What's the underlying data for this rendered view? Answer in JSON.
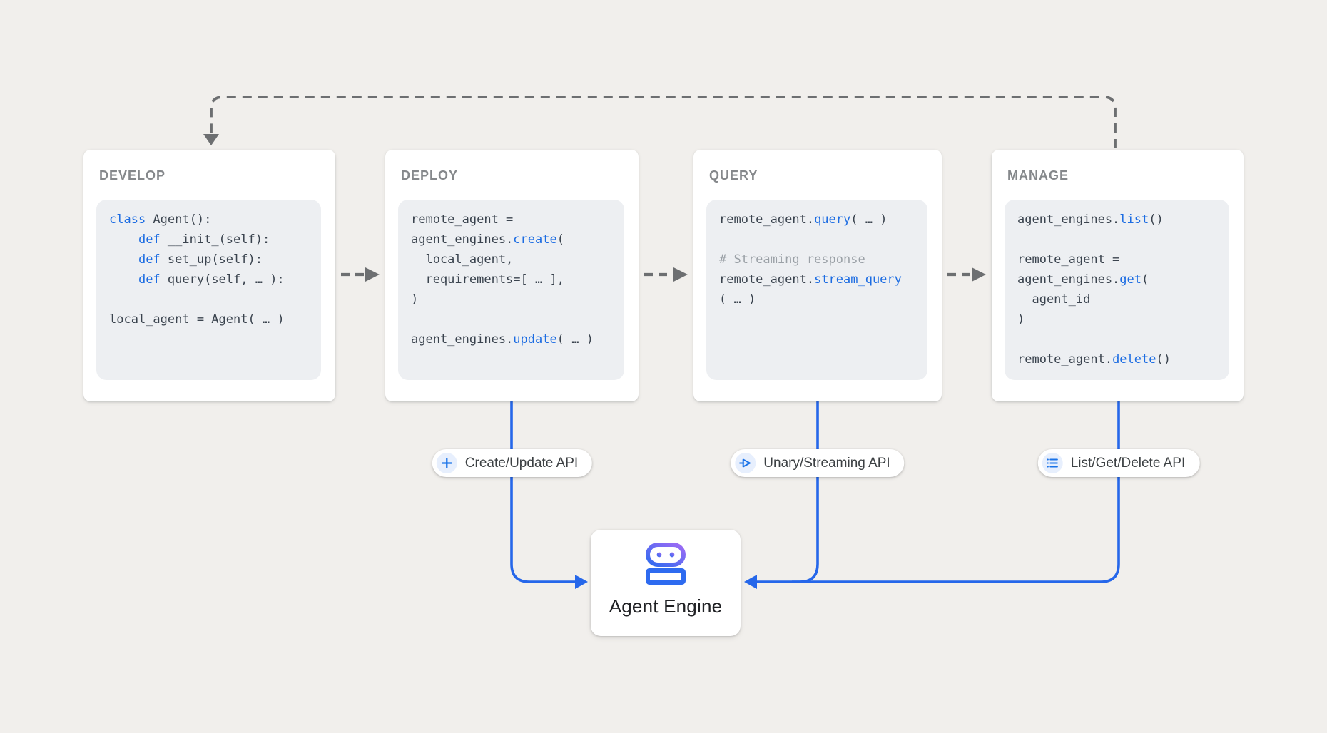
{
  "colors": {
    "page-bg": "#f1efec",
    "card-bg": "#ffffff",
    "code-bg": "#edeff2",
    "card-title": "#85888b",
    "code-text": "#3a434e",
    "keyword": "#1c6ce2",
    "comment": "#9aa0a6",
    "connector-gray": "#6d6f71",
    "connector-blue": "#2667ea",
    "badge-icon-blue": "#1a73e8",
    "badge-icon-bg": "#e7effd",
    "badge-text": "#3c4043",
    "engine-text": "#202124",
    "robot-blue": "#2e6bf0",
    "robot-purple": "#a06bf5"
  },
  "cards": [
    {
      "id": "develop",
      "title": "DEVELOP",
      "code": [
        [
          {
            "t": "class",
            "s": "kw"
          },
          {
            "t": " Agent():",
            "s": "d"
          }
        ],
        [
          {
            "t": "    ",
            "s": "d"
          },
          {
            "t": "def",
            "s": "kw"
          },
          {
            "t": " __init_(self):",
            "s": "d"
          }
        ],
        [
          {
            "t": "    ",
            "s": "d"
          },
          {
            "t": "def",
            "s": "kw"
          },
          {
            "t": " set_up(self):",
            "s": "d"
          }
        ],
        [
          {
            "t": "    ",
            "s": "d"
          },
          {
            "t": "def",
            "s": "kw"
          },
          {
            "t": " query(self, … ):",
            "s": "d"
          }
        ],
        [],
        [
          {
            "t": "local_agent = Agent( … )",
            "s": "d"
          }
        ]
      ]
    },
    {
      "id": "deploy",
      "title": "DEPLOY",
      "code": [
        [
          {
            "t": "remote_agent =",
            "s": "d"
          }
        ],
        [
          {
            "t": "agent_engines.",
            "s": "d"
          },
          {
            "t": "create",
            "s": "kw"
          },
          {
            "t": "(",
            "s": "d"
          }
        ],
        [
          {
            "t": "  local_agent,",
            "s": "d"
          }
        ],
        [
          {
            "t": "  requirements=[ … ],",
            "s": "d"
          }
        ],
        [
          {
            "t": ")",
            "s": "d"
          }
        ],
        [],
        [
          {
            "t": "agent_engines.",
            "s": "d"
          },
          {
            "t": "update",
            "s": "kw"
          },
          {
            "t": "( … )",
            "s": "d"
          }
        ]
      ]
    },
    {
      "id": "query",
      "title": "QUERY",
      "code": [
        [
          {
            "t": "remote_agent.",
            "s": "d"
          },
          {
            "t": "query",
            "s": "kw"
          },
          {
            "t": "( … )",
            "s": "d"
          }
        ],
        [],
        [
          {
            "t": "# Streaming response",
            "s": "c"
          }
        ],
        [
          {
            "t": "remote_agent.",
            "s": "d"
          },
          {
            "t": "stream_query",
            "s": "kw"
          }
        ],
        [
          {
            "t": "( … )",
            "s": "d"
          }
        ]
      ]
    },
    {
      "id": "manage",
      "title": "MANAGE",
      "code": [
        [
          {
            "t": "agent_engines.",
            "s": "d"
          },
          {
            "t": "list",
            "s": "kw"
          },
          {
            "t": "()",
            "s": "d"
          }
        ],
        [],
        [
          {
            "t": "remote_agent =",
            "s": "d"
          }
        ],
        [
          {
            "t": "agent_engines.",
            "s": "d"
          },
          {
            "t": "get",
            "s": "kw"
          },
          {
            "t": "(",
            "s": "d"
          }
        ],
        [
          {
            "t": "  agent_id",
            "s": "d"
          }
        ],
        [
          {
            "t": ")",
            "s": "d"
          }
        ],
        [],
        [
          {
            "t": "remote_agent.",
            "s": "d"
          },
          {
            "t": "delete",
            "s": "kw"
          },
          {
            "t": "()",
            "s": "d"
          }
        ]
      ]
    }
  ],
  "badges": [
    {
      "id": "create-update",
      "icon": "plus-icon",
      "label": "Create/Update API"
    },
    {
      "id": "unary-streaming",
      "icon": "send-icon",
      "label": "Unary/Streaming API"
    },
    {
      "id": "list-get-delete",
      "icon": "list-bullets-icon",
      "label": "List/Get/Delete API"
    }
  ],
  "engine": {
    "icon": "robot-icon",
    "label": "Agent Engine"
  }
}
